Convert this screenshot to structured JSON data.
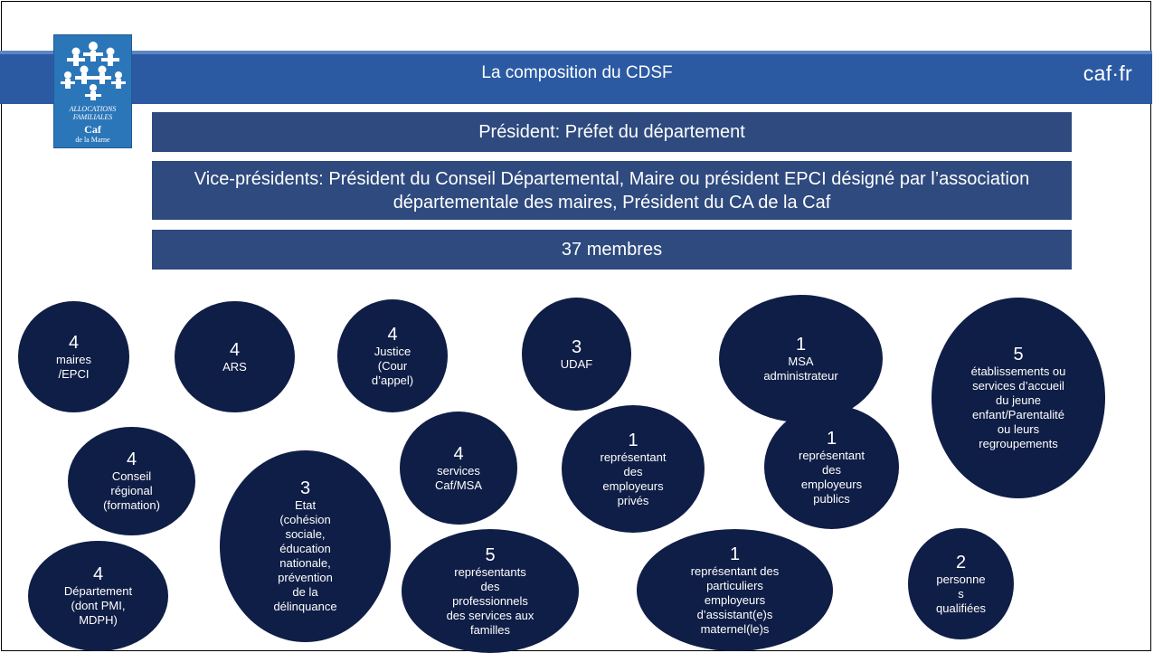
{
  "header": {
    "title": "La composition du CDSF",
    "site": "caf·fr",
    "colors": {
      "band": "#2b5aa3",
      "bars": "#2e4a7e",
      "bubbles": "#0f1e46"
    }
  },
  "logo": {
    "line1": "ALLOCATIONS",
    "line2": "FAMILIALES",
    "caf": "Caf",
    "sub": "de la Marne",
    "icon": "family-figures-logo"
  },
  "bars": {
    "president": "Président: Préfet du département",
    "vice_presidents": "Vice-présidents: Président du Conseil Départemental, Maire ou président EPCI désigné par l’association départementale des maires, Président du CA de la Caf",
    "members": "37 membres"
  },
  "bubbles": [
    {
      "num": "4",
      "desc": "maires\n/EPCI"
    },
    {
      "num": "4",
      "desc": "ARS"
    },
    {
      "num": "4",
      "desc": "Justice\n(Cour\nd’appel)"
    },
    {
      "num": "3",
      "desc": "UDAF"
    },
    {
      "num": "1",
      "desc": "MSA\nadministrateur"
    },
    {
      "num": "5",
      "desc": "établissements ou\nservices d’accueil\ndu jeune\nenfant/Parentalité\nou leurs\nregroupements"
    },
    {
      "num": "4",
      "desc": "Conseil\nrégional\n(formation)"
    },
    {
      "num": "3",
      "desc": "Etat\n(cohésion\nsociale,\néducation\nnationale,\nprévention\nde la\ndélinquance"
    },
    {
      "num": "4",
      "desc": "services\nCaf/MSA"
    },
    {
      "num": "1",
      "desc": "représentant\ndes\nemployeurs\nprivés"
    },
    {
      "num": "1",
      "desc": "représentant\ndes\nemployeurs\npublics"
    },
    {
      "num": "4",
      "desc": "Département\n(dont PMI,\nMDPH)"
    },
    {
      "num": "5",
      "desc": "représentants\ndes\nprofessionnels\ndes services aux\nfamilles"
    },
    {
      "num": "1",
      "desc": "représentant des\nparticuliers\nemployeurs\nd’assistant(e)s\nmaternel(le)s"
    },
    {
      "num": "2",
      "desc": "personne\ns\nqualifiées"
    }
  ]
}
